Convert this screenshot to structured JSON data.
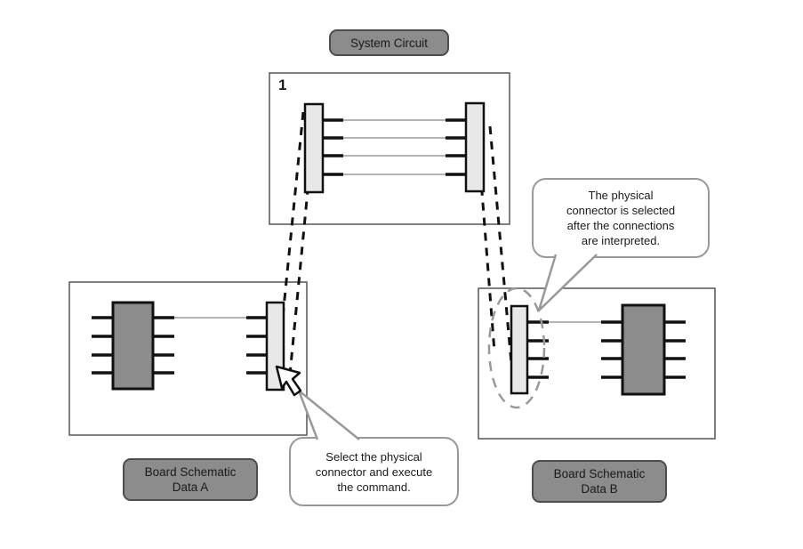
{
  "colors": {
    "bg": "#ffffff",
    "ink": "#111111",
    "box-border": "#555555",
    "label-fill": "#8c8c8c",
    "label-border": "#4d4d4d",
    "chip-fill": "#8c8c8c",
    "connector-fill": "#e8e8e8",
    "wire": "#888888",
    "callout-border": "#999999",
    "text": "#1a1a1a"
  },
  "system_circuit": {
    "label": "System Circuit",
    "sheet_number": "1"
  },
  "board_a": {
    "label_line1": "Board Schematic",
    "label_line2": "Data A"
  },
  "board_b": {
    "label_line1": "Board Schematic",
    "label_line2": "Data B"
  },
  "callout_interpreted": {
    "line1": "The physical",
    "line2": "connector is selected",
    "line3": "after the connections",
    "line4": "are interpreted."
  },
  "callout_select": {
    "line1": "Select the physical",
    "line2": "connector and execute",
    "line3": "the command."
  }
}
